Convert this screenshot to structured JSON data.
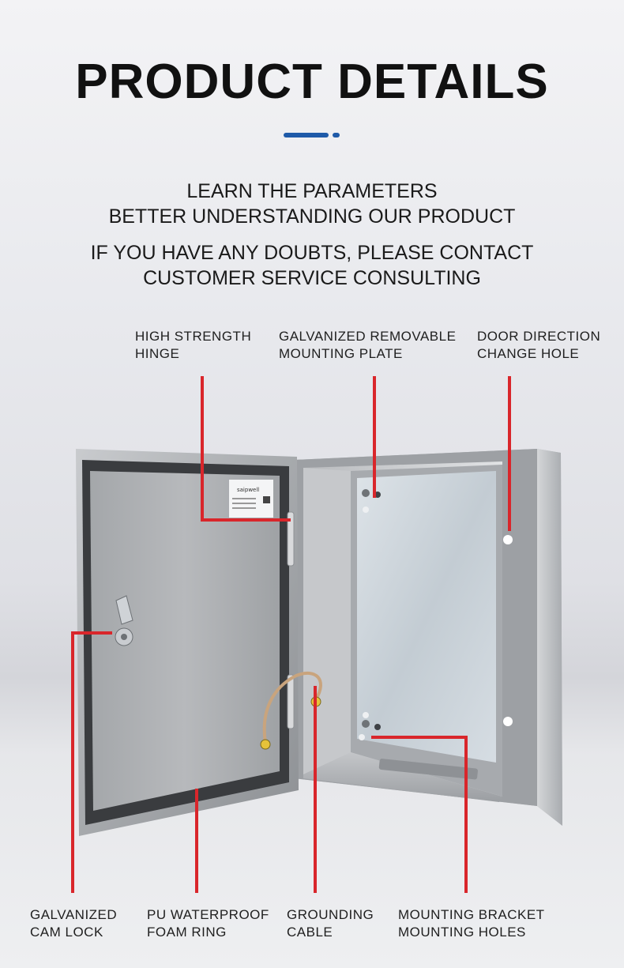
{
  "header": {
    "title": "PRODUCT DETAILS",
    "intro_line1": "LEARN THE PARAMETERS",
    "intro_line2": "BETTER UNDERSTANDING OUR PRODUCT",
    "intro_line3": "IF YOU HAVE ANY DOUBTS, PLEASE CONTACT",
    "intro_line4": "CUSTOMER SERVICE CONSULTING"
  },
  "colors": {
    "accent": "#1e5aa8",
    "callout_line": "#d9262b"
  },
  "callouts": {
    "hinge": [
      "HIGH STRENGTH",
      "HINGE"
    ],
    "mounting_plate": [
      "GALVANIZED REMOVABLE",
      "MOUNTING PLATE"
    ],
    "door_hole": [
      "DOOR DIRECTION",
      "CHANGE HOLE"
    ],
    "cam_lock": [
      "GALVANIZED",
      "CAM LOCK"
    ],
    "foam_ring": [
      "PU WATERPROOF",
      "FOAM RING"
    ],
    "grounding": [
      "GROUNDING",
      "CABLE"
    ],
    "bracket": [
      "MOUNTING BRACKET",
      "MOUNTING HOLES"
    ]
  },
  "product_label": {
    "brand": "saipwell"
  }
}
